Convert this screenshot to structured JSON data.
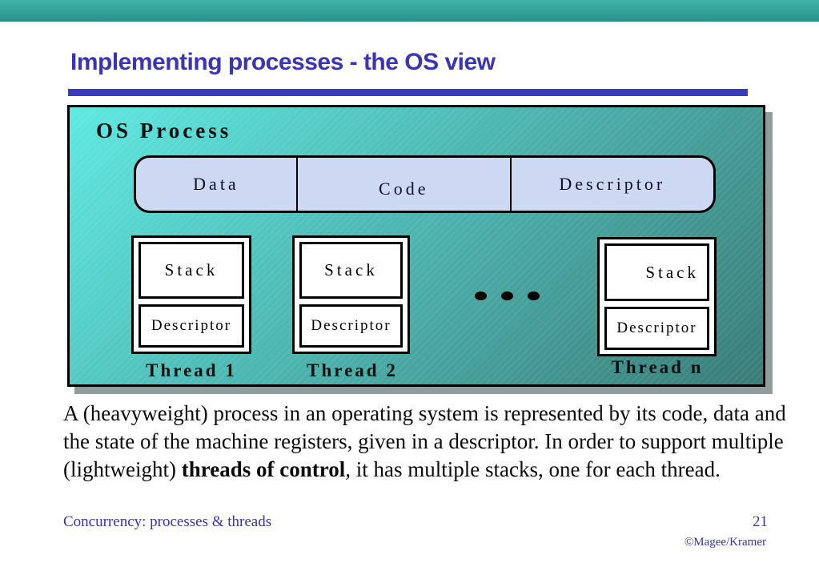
{
  "colors": {
    "title_blue": "#3a35b8",
    "underline_blue": "#3a3abe",
    "footer_blue": "#3834ae",
    "topbar_teal": "#3db3a8",
    "teal_light": "#5fe9e2",
    "teal_dark": "#3a7c78",
    "segment_lavender": "#cdd8f2",
    "shadow_gray": "#8f9d9d"
  },
  "header": {
    "title": "Implementing processes - the OS view"
  },
  "diagram": {
    "process_label": "OS Process",
    "segments": [
      {
        "label": "Data"
      },
      {
        "label": "Code"
      },
      {
        "label": "Descriptor"
      }
    ],
    "threads": [
      {
        "stack_label": "Stack",
        "descriptor_label": "Descriptor",
        "name": "Thread 1"
      },
      {
        "stack_label": "Stack",
        "descriptor_label": "Descriptor",
        "name": "Thread 2"
      },
      {
        "stack_label": "Stack",
        "descriptor_label": "Descriptor",
        "name": "Thread n"
      }
    ]
  },
  "body": {
    "text_before_bold": "A (heavyweight) process in an operating system is represented by its code, data and the state of the machine registers, given in a descriptor. In order to support multiple (lightweight) ",
    "bold_phrase": "threads of control",
    "text_after_bold": ", it has multiple stacks, one for each thread."
  },
  "footer": {
    "course_title": "Concurrency: processes & threads",
    "page_number": "21",
    "credit": "©Magee/Kramer"
  }
}
